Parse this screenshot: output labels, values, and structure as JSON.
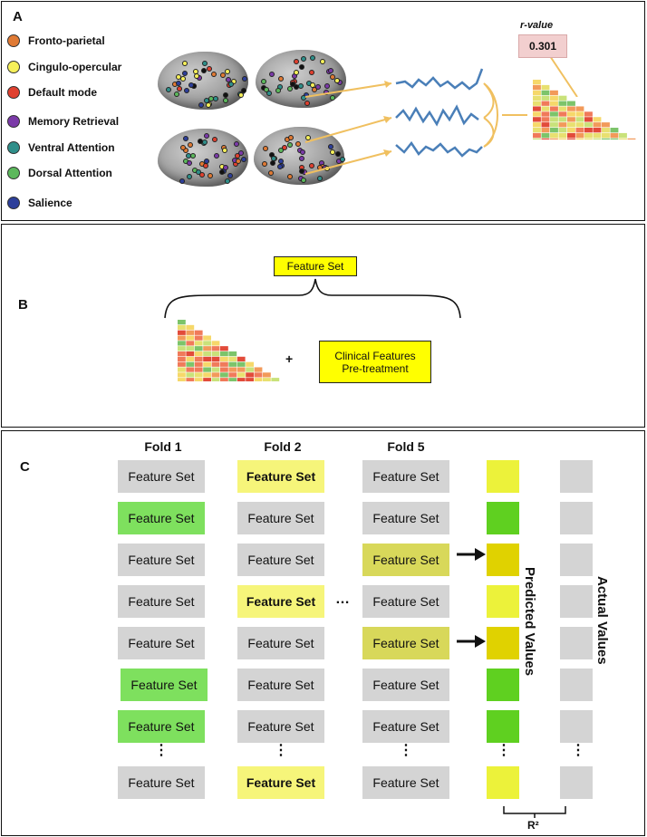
{
  "panelA": {
    "letter": "A",
    "legend": [
      {
        "label": "Fronto-parietal",
        "color": "#e07a34"
      },
      {
        "label": "Cingulo-opercular",
        "color": "#f6f05a"
      },
      {
        "label": "Default mode",
        "color": "#e0402f"
      },
      {
        "label": "Memory Retrieval",
        "color": "#7b3aa8"
      },
      {
        "label": "Ventral Attention",
        "color": "#2f8f8a"
      },
      {
        "label": "Dorsal Attention",
        "color": "#5cb85c"
      },
      {
        "label": "Salience",
        "color": "#2d3f9a"
      }
    ],
    "r_label": "r-value",
    "r_value": "0.301"
  },
  "panelB": {
    "letter": "B",
    "feature_set": "Feature Set",
    "plus": "+",
    "clinical_line1": "Clinical Features",
    "clinical_line2": "Pre-treatment"
  },
  "panelC": {
    "letter": "C",
    "fold_headers": [
      "Fold 1",
      "Fold 2",
      "Fold 5"
    ],
    "cell_label": "Feature Set",
    "ellipsis": "…",
    "vdots": "⋮",
    "predicted_label": "Predicted Values",
    "actual_label": "Actual  Values",
    "r2_label": "R²",
    "colors": {
      "gray": "#d4d4d4",
      "green": "#7ee05e",
      "yellow": "#f6f57a",
      "olive": "#d8d85a",
      "pred_yellow": "#ecf23a",
      "pred_green": "#5fd020",
      "pred_dark": "#e0d200"
    },
    "fold1": [
      "gray",
      "green",
      "gray",
      "gray",
      "gray",
      "green",
      "green",
      "gray"
    ],
    "fold2": [
      "yellow",
      "gray",
      "gray",
      "yellow",
      "gray",
      "gray",
      "gray",
      "yellow"
    ],
    "fold5": [
      "gray",
      "gray",
      "olive",
      "gray",
      "olive",
      "gray",
      "gray",
      "gray"
    ],
    "predicted": [
      "pred_yellow",
      "pred_green",
      "pred_dark",
      "pred_yellow",
      "pred_dark",
      "pred_green",
      "pred_green",
      "pred_yellow"
    ]
  }
}
